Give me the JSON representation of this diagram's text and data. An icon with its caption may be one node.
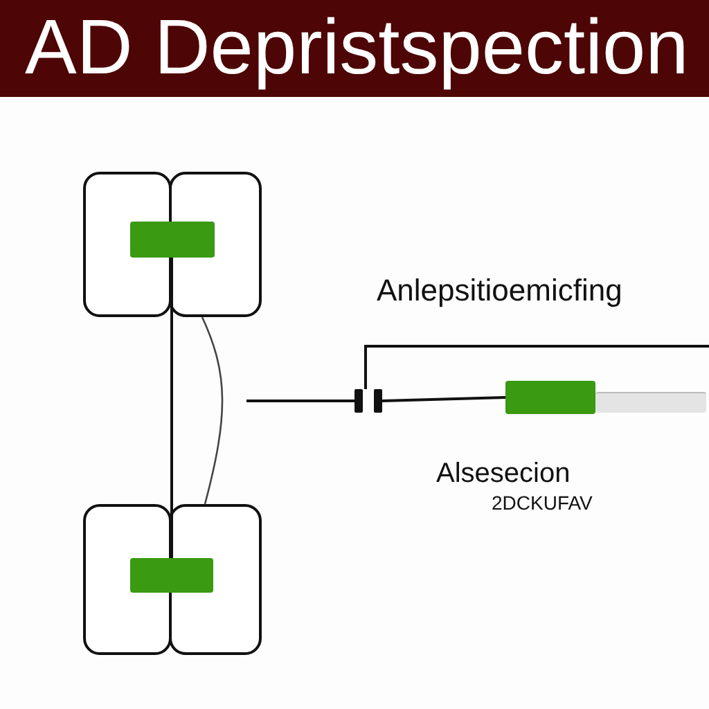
{
  "diagram": {
    "title": "AD Depristspection",
    "nodes": [
      {
        "text": [],
        "shape": "box"
      },
      {
        "text": [],
        "shape": "box"
      },
      {
        "text": [],
        "shape": "bar"
      },
      {
        "text": [],
        "shape": "box"
      },
      {
        "text": [],
        "shape": "box"
      },
      {
        "text": [],
        "shape": "bar"
      },
      {
        "text": [],
        "shape": "capacitor"
      },
      {
        "text": [],
        "shape": "bar"
      },
      {
        "text": [],
        "shape": "bar"
      }
    ],
    "edges": [
      {
        "from": 1,
        "to": 4,
        "arrow": "none"
      },
      {
        "from": 2,
        "to": 5,
        "arrow": "none"
      },
      {
        "from": null,
        "to": 6,
        "arrow": "none"
      },
      {
        "from": 6,
        "to": 7,
        "arrow": "none"
      },
      {
        "from": 6,
        "to": null,
        "arrow": "none"
      }
    ],
    "labels": [
      "Anlepsitioemicfing",
      "Alsesecion",
      "2DCKUFAV"
    ]
  }
}
